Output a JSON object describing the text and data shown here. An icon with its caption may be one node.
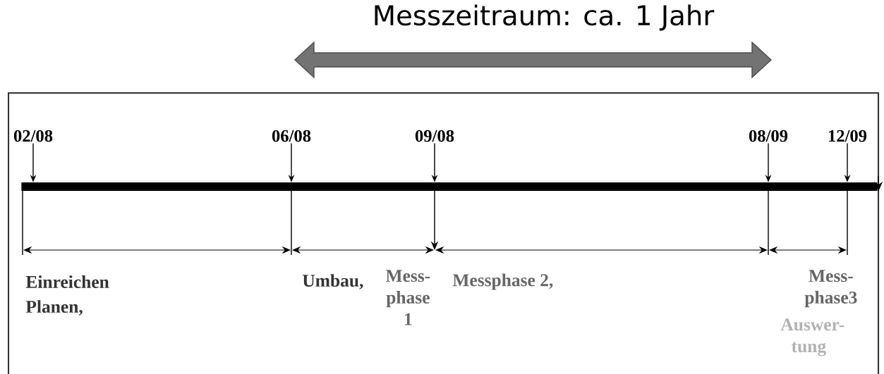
{
  "diagram": {
    "nodes": [
      {
        "text": [],
        "shape": "bar"
      },
      {
        "text": [
          "02/08"
        ]
      },
      {
        "text": [
          "06/08"
        ]
      },
      {
        "text": [
          "09/08"
        ]
      },
      {
        "text": [
          "08/09"
        ]
      },
      {
        "text": [
          "12/09"
        ]
      }
    ],
    "edges": [
      {
        "from": 1,
        "to": 0,
        "arrow": "to"
      },
      {
        "from": 2,
        "to": 0,
        "arrow": "to"
      },
      {
        "from": 3,
        "to": 0,
        "arrow": "to"
      },
      {
        "from": 4,
        "to": 0,
        "arrow": "to"
      },
      {
        "from": 5,
        "to": 0,
        "arrow": "to"
      }
    ],
    "labels": [
      "Messzeitraum: ca. 1 Jahr",
      "Einreichen",
      "Planen,",
      "Umbau,",
      "Mess- phase 1",
      "Messphase 2,",
      "Mess- phase3",
      "Auswer- tung"
    ]
  }
}
